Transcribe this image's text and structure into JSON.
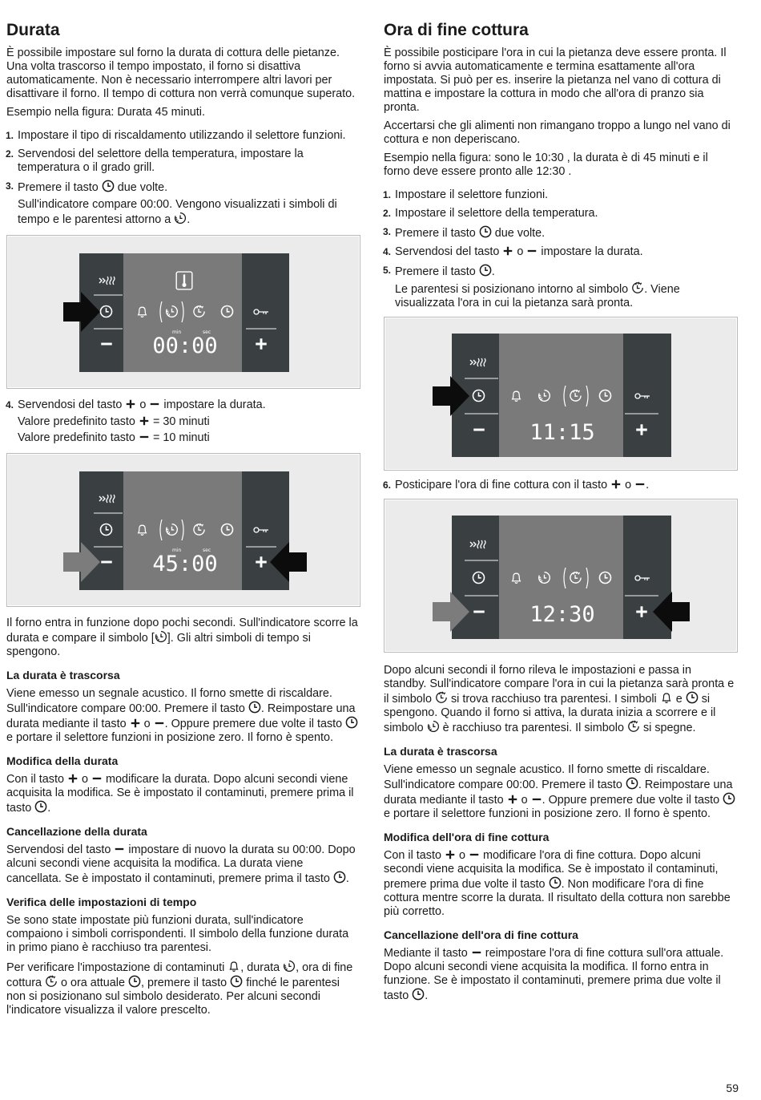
{
  "page_number": "59",
  "left": {
    "title": "Durata",
    "intro": "È possibile impostare sul forno la durata di cottura delle pietanze. Una volta trascorso il tempo impostato, il forno si disattiva automaticamente. Non è necessario interrompere altri lavori per disattivare il forno. Il tempo di cottura non verrà comunque superato.",
    "example": "Esempio nella figura: Durata 45 minuti.",
    "step1_num": "1.",
    "step1": "Impostare il tipo di riscaldamento utilizzando il selettore funzioni.",
    "step2_num": "2.",
    "step2": "Servendosi del selettore della temperatura, impostare la temperatura o il grado grill.",
    "step3_num": "3.",
    "step3_a": "Premere il tasto",
    "step3_b": "due volte.",
    "step3_sub_a": "Sull'indicatore compare 00:00. Vengono visualizzati i simboli di tempo e le parentesi attorno a",
    "step3_sub_b": ".",
    "display1": {
      "time": "00:00",
      "min": "min",
      "sec": "sec"
    },
    "step4_num": "4.",
    "step4_a": "Servendosi del tasto",
    "step4_b": "o",
    "step4_c": "impostare la durata.",
    "step4_line2_a": "Valore predefinito tasto",
    "step4_line2_b": "= 30 minuti",
    "step4_line3_a": "Valore predefinito tasto",
    "step4_line3_b": "= 10 minuti",
    "display2": {
      "time": "45:00",
      "min": "min",
      "sec": "sec"
    },
    "after_a": "Il forno entra in funzione dopo pochi secondi. Sull'indicatore scorre la durata e compare il simbolo [",
    "after_b": "]. Gli altri simboli di tempo si spengono.",
    "h_elapsed": "La durata è trascorsa",
    "elapsed_a": "Viene emesso un segnale acustico. Il forno smette di riscaldare. Sull'indicatore compare 00:00. Premere il tasto",
    "elapsed_b": ". Reimpostare una durata mediante il tasto",
    "elapsed_c": "o",
    "elapsed_d": ". Oppure premere due volte il tasto",
    "elapsed_e": "e portare il selettore funzioni in posizione zero. Il forno è spento.",
    "h_modify": "Modifica della durata",
    "modify_a": "Con il tasto",
    "modify_b": "o",
    "modify_c": "modificare la durata. Dopo alcuni secondi viene acquisita la modifica. Se è impostato il contaminuti, premere prima il tasto",
    "modify_d": ".",
    "h_cancel": "Cancellazione della durata",
    "cancel_a": "Servendosi del tasto",
    "cancel_b": "impostare di nuovo la durata su 00:00. Dopo alcuni secondi viene acquisita la modifica. La durata viene cancellata. Se è impostato il contaminuti, premere prima il tasto",
    "cancel_c": ".",
    "h_verify": "Verifica delle impostazioni di tempo",
    "verify1": "Se sono state impostate più funzioni durata, sull'indicatore compaiono i simboli corrispondenti. Il simbolo della funzione durata in primo piano è racchiuso tra parentesi.",
    "verify2_a": "Per verificare l'impostazione di contaminuti",
    "verify2_b": ", durata",
    "verify2_c": ", ora di fine cottura",
    "verify2_d": "o ora attuale",
    "verify2_e": ", premere il tasto",
    "verify2_f": "finché le parentesi non si posizionano sul simbolo desiderato. Per alcuni secondi l'indicatore visualizza il valore prescelto."
  },
  "right": {
    "title": "Ora di fine cottura",
    "intro": "È possibile posticipare l'ora in cui la pietanza deve essere pronta. Il forno si avvia automaticamente e termina esattamente all'ora impostata. Si può per es. inserire la pietanza nel vano di cottura di mattina e impostare la cottura in modo che all'ora di pranzo sia pronta.",
    "warn": "Accertarsi che gli alimenti non rimangano troppo a lungo nel vano di cottura e non deperiscano.",
    "example": "Esempio nella figura: sono le 10:30 , la durata è di 45 minuti e il forno deve essere pronto alle 12:30 .",
    "step1_num": "1.",
    "step1": "Impostare il selettore funzioni.",
    "step2_num": "2.",
    "step2": "Impostare il selettore della temperatura.",
    "step3_num": "3.",
    "step3_a": "Premere il tasto",
    "step3_b": "due volte.",
    "step4_num": "4.",
    "step4_a": "Servendosi del tasto",
    "step4_b": "o",
    "step4_c": "impostare la durata.",
    "step5_num": "5.",
    "step5_a": "Premere il tasto",
    "step5_b": ".",
    "step5_sub_a": "Le parentesi si posizionano intorno al simbolo",
    "step5_sub_b": ". Viene visualizzata l'ora in cui la pietanza sarà pronta.",
    "display3": {
      "time": "11:15"
    },
    "step6_num": "6.",
    "step6_a": "Posticipare l'ora di fine cottura con il tasto",
    "step6_b": "o",
    "step6_c": ".",
    "display4": {
      "time": "12:30"
    },
    "after_a": "Dopo alcuni secondi il forno rileva le impostazioni e passa in standby. Sull'indicatore compare l'ora in cui la pietanza sarà pronta e il simbolo",
    "after_b": "si trova racchiuso tra parentesi. I simboli",
    "after_c": "e",
    "after_d": "si spengono. Quando il forno si attiva, la durata inizia a scorrere e il simbolo",
    "after_e": "è racchiuso tra parentesi. Il simbolo",
    "after_f": "si spegne.",
    "h_elapsed": "La durata è trascorsa",
    "elapsed_a": "Viene emesso un segnale acustico. Il forno smette di riscaldare. Sull'indicatore compare 00:00. Premere il tasto",
    "elapsed_b": ". Reimpostare una durata mediante il tasto",
    "elapsed_c": "o",
    "elapsed_d": ". Oppure premere due volte il tasto",
    "elapsed_e": "e portare il selettore funzioni in posizione zero. Il forno è spento.",
    "h_modify": "Modifica dell'ora di fine cottura",
    "modify_a": "Con il tasto",
    "modify_b": "o",
    "modify_c": "modificare l'ora di fine cottura. Dopo alcuni secondi viene acquisita la modifica. Se è impostato il contaminuti, premere prima due volte il tasto",
    "modify_d": ". Non modificare l'ora di fine cottura mentre scorre la durata. Il risultato della cottura non sarebbe più corretto.",
    "h_cancel": "Cancellazione dell'ora di fine cottura",
    "cancel_a": "Mediante il tasto",
    "cancel_b": "reimpostare l'ora di fine cottura sull'ora attuale. Dopo alcuni secondi viene acquisita la modifica. Il forno entra in funzione. Se è impostato il contaminuti, premere prima due volte il tasto",
    "cancel_c": "."
  }
}
